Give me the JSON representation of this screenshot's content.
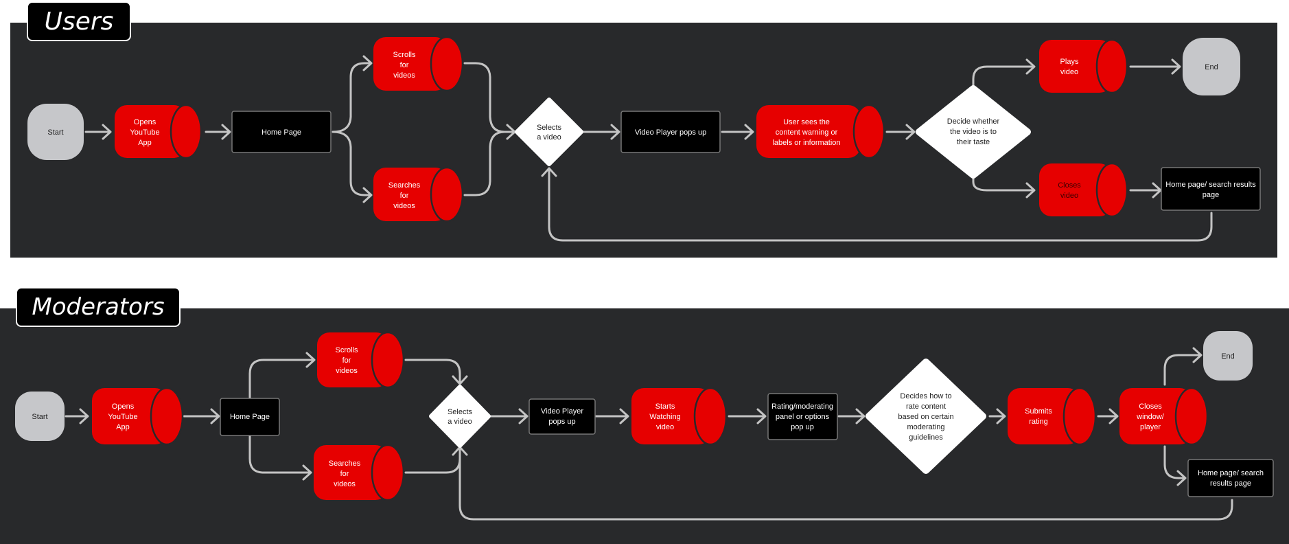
{
  "colors": {
    "panel": "#28292b",
    "red": "#e60000",
    "terminal": "#c6c7ca",
    "box": "#000000",
    "decision": "#ffffff",
    "connector": "#c4c4c4"
  },
  "users": {
    "title": "Users",
    "start": "Start",
    "opens_app": [
      "Opens",
      "YouTube",
      "App"
    ],
    "home_page": "Home Page",
    "scrolls": [
      "Scrolls",
      "for",
      "videos"
    ],
    "searches": [
      "Searches",
      "for",
      "videos"
    ],
    "selects": [
      "Selects",
      "a video"
    ],
    "video_player": "Video Player pops up",
    "warning": [
      "User sees the",
      "content warning or",
      "labels or information"
    ],
    "decide": [
      "Decide whether",
      "the video is to",
      "their taste"
    ],
    "plays": [
      "Plays",
      "video"
    ],
    "closes": [
      "Closes",
      "video"
    ],
    "end": "End",
    "home_search": [
      "Home page/ search results",
      "page"
    ]
  },
  "moderators": {
    "title": "Moderators",
    "start": "Start",
    "opens_app": [
      "Opens",
      "YouTube",
      "App"
    ],
    "home_page": "Home Page",
    "scrolls": [
      "Scrolls",
      "for",
      "videos"
    ],
    "searches": [
      "Searches",
      "for",
      "videos"
    ],
    "selects": [
      "Selects",
      "a video"
    ],
    "video_player": [
      "Video Player",
      "pops up"
    ],
    "starts_watching": [
      "Starts",
      "Watching",
      "video"
    ],
    "rating_panel": [
      "Rating/moderating",
      "panel or options",
      "pop up"
    ],
    "decides": [
      "Decides how to",
      "rate content",
      "based on certain",
      "moderating",
      "guidelines"
    ],
    "submits": [
      "Submits",
      "rating"
    ],
    "closes_window": [
      "Closes",
      "window/",
      "player"
    ],
    "end": "End",
    "home_search": [
      "Home page/ search",
      "results page"
    ]
  }
}
